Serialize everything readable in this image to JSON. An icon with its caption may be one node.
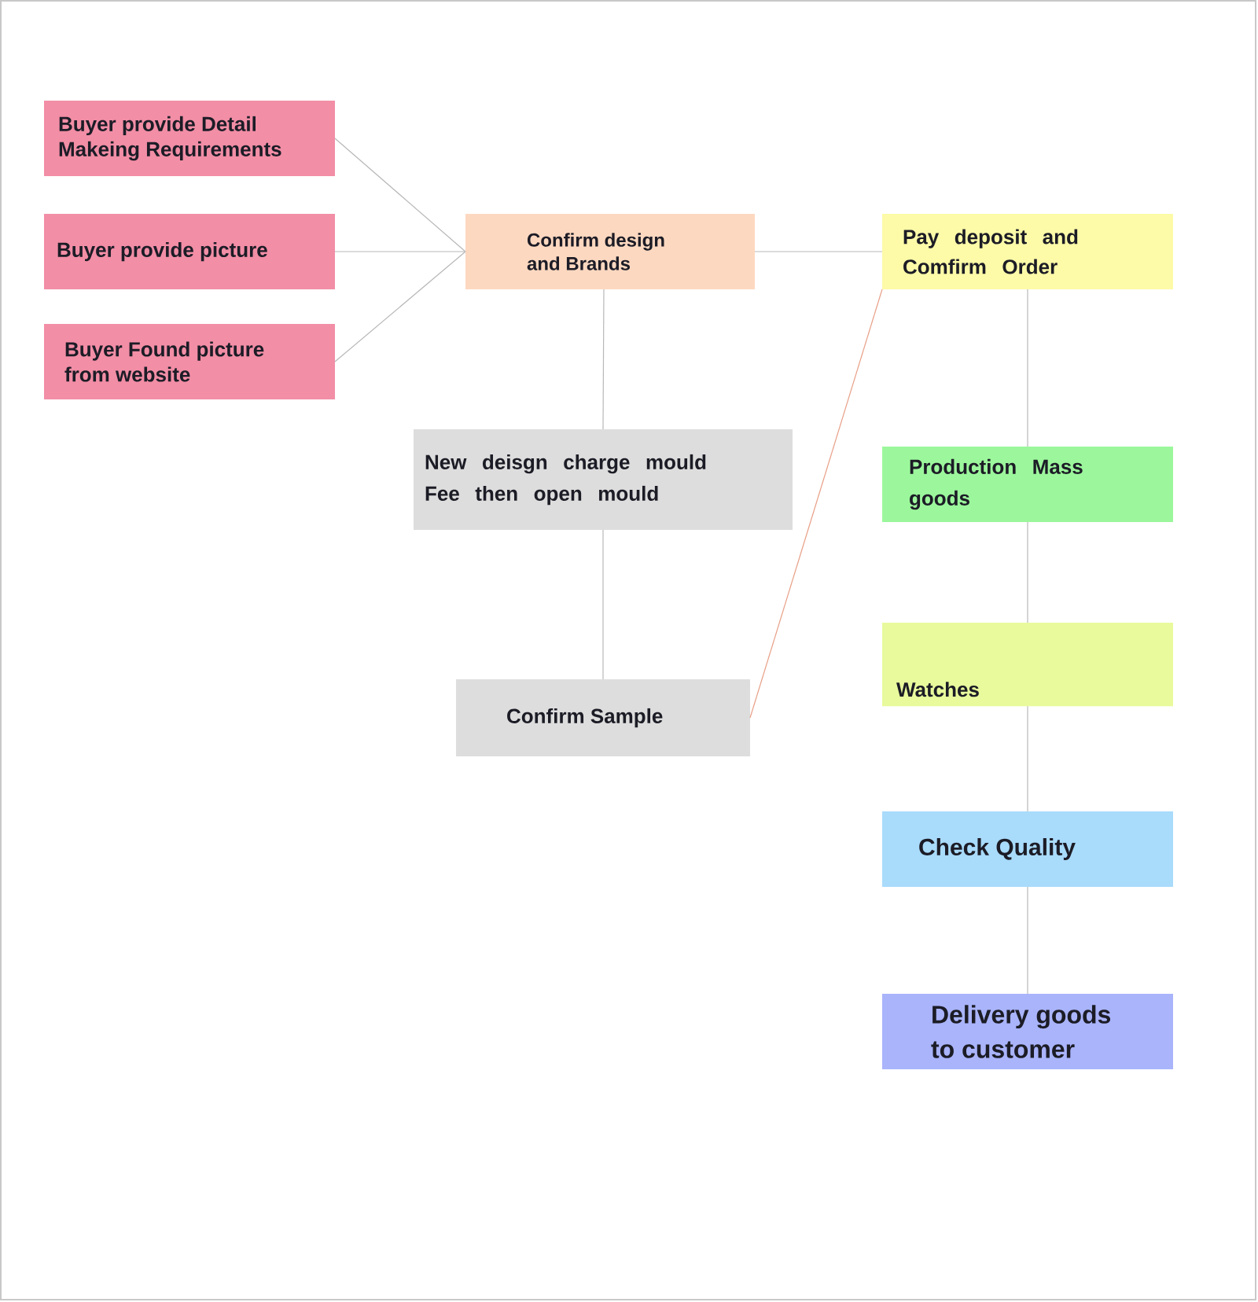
{
  "diagram": {
    "nodes": [
      {
        "text": [
          "Buyer provide Detail Makeing Requirements"
        ]
      },
      {
        "text": [
          "Buyer provide picture"
        ]
      },
      {
        "text": [
          "Buyer Found picture from website"
        ]
      },
      {
        "text": [
          "Confirm design and Brands"
        ]
      },
      {
        "text": [
          "Pay deposit and Comfirm Order"
        ]
      },
      {
        "text": [
          "New deisgn charge mould Fee then open mould"
        ]
      },
      {
        "text": [
          "Production Mass goods"
        ]
      },
      {
        "text": [
          "Confirm Sample"
        ]
      },
      {
        "text": [
          "Watches"
        ]
      },
      {
        "text": [
          "Check Quality"
        ]
      },
      {
        "text": [
          "Delivery goods to customer"
        ]
      }
    ],
    "edges": [
      {
        "from": 0,
        "to": 3,
        "arrow": "none"
      },
      {
        "from": 1,
        "to": 3,
        "arrow": "none"
      },
      {
        "from": 2,
        "to": 3,
        "arrow": "none"
      },
      {
        "from": 3,
        "to": 4,
        "arrow": "none"
      },
      {
        "from": 3,
        "to": 5,
        "arrow": "none"
      },
      {
        "from": 5,
        "to": 7,
        "arrow": "none"
      },
      {
        "from": 7,
        "to": 4,
        "arrow": "none",
        "color": "#e8a088"
      },
      {
        "from": 4,
        "to": 6,
        "arrow": "none"
      },
      {
        "from": 6,
        "to": 8,
        "arrow": "none"
      },
      {
        "from": 8,
        "to": 9,
        "arrow": "none"
      },
      {
        "from": 9,
        "to": 10,
        "arrow": "none"
      }
    ]
  }
}
